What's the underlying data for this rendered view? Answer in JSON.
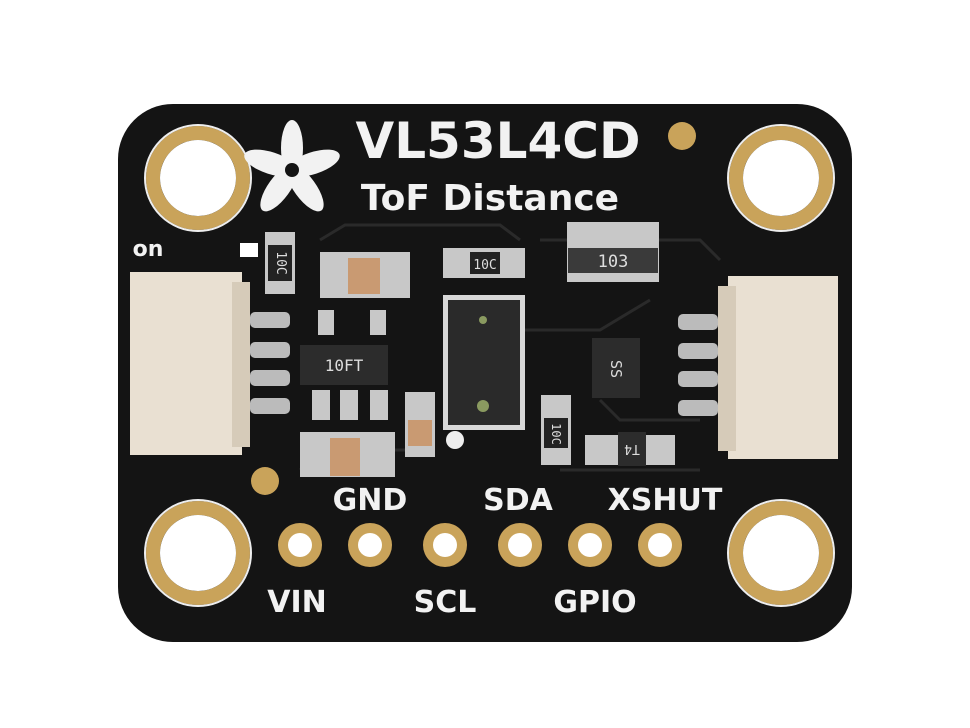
{
  "board": {
    "title": "VL53L4CD",
    "subtitle": "ToF Distance",
    "led_label": "on",
    "pins_top": [
      "GND",
      "SDA",
      "XSHUT"
    ],
    "pins_bottom": [
      "VIN",
      "SCL",
      "GPIO"
    ],
    "component_markings": {
      "resistor_left": "10C",
      "resistor_top": "10C",
      "resistor_network": "103",
      "regulator": "10FT",
      "ic_right": "SS",
      "resistor_bottom": "10C",
      "transistor": "T4"
    },
    "colors": {
      "pcb": "#141414",
      "gold": "#c9a35a",
      "silkscreen": "#f2f2f2",
      "connector": "#e9e0d2",
      "capacitor": "#c99a72"
    }
  }
}
